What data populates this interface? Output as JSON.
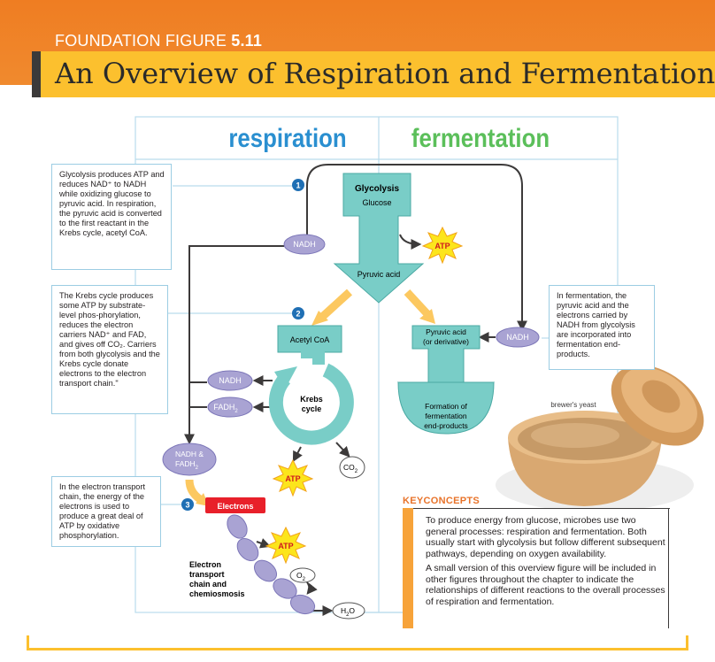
{
  "header": {
    "kicker_prefix": "FOUNDATION FIGURE",
    "kicker_number": "5.11",
    "title": "An Overview of Respiration and Fermentation"
  },
  "columns": {
    "left": "respiration",
    "right": "fermentation"
  },
  "notes": {
    "glycolysis": "Glycolysis produces ATP and reduces NAD⁺ to NADH while oxidizing glucose to pyruvic acid. In respiration, the pyruvic acid is converted to the first reactant in the Krebs cycle, acetyl CoA.",
    "krebs": "The Krebs cycle produces some ATP by substrate-level phos-phorylation, reduces the electron carriers NAD⁺ and FAD, and gives off CO₂. Carriers from both glycolysis and the Krebs cycle donate electrons to the electron transport chain.\"",
    "etc": "In the electron transport chain, the energy of the electrons is used to produce a great deal of ATP by oxidative phosphorylation.",
    "fermentation": "In fermentation, the pyruvic acid and the electrons carried by NADH from glycolysis are incorporated into fermentation end-products."
  },
  "steps": [
    "1",
    "2",
    "3"
  ],
  "diagram": {
    "glycolysis": "Glycolysis",
    "glucose": "Glucose",
    "pyruvic": "Pyruvic acid",
    "nadh": "NADH",
    "atp": "ATP",
    "acetyl": "Acetyl CoA",
    "krebs1": "Krebs",
    "krebs2": "cycle",
    "fadh": "FADH",
    "fadh_sub": "2",
    "co": "CO",
    "co_sub": "2",
    "nadh_fadh1": "NADH &",
    "nadh_fadh2": "FADH",
    "nadh_fadh2_sub": "2",
    "electrons": "Electrons",
    "etc1": "Electron",
    "etc2": "transport",
    "etc3": "chain and",
    "etc4": "chemiosmosis",
    "o": "O",
    "o_sub": "2",
    "h": "H",
    "h_sub": "2",
    "h_o": "O",
    "ferm_pyr1": "Pyruvic acid",
    "ferm_pyr2": "(or derivative)",
    "ferm_end1": "Formation of",
    "ferm_end2": "fermentation",
    "ferm_end3": "end-products"
  },
  "photo_caption": "brewer's yeast",
  "key_concepts": {
    "heading": "KEYCONCEPTS",
    "items": [
      "To produce energy from glucose, microbes use two general processes: respiration and fermentation. Both usually start with glycolysis but follow different subsequent pathways, depending on oxygen availability.",
      "A small version of this overview figure will be included in other figures throughout the chapter to indicate the relationships of different reactions to the overall processes of respiration and fermentation."
    ]
  },
  "colors": {
    "header_orange": "#ef7d22",
    "title_yellow": "#fcc02e",
    "teal": "#79cdc7",
    "purple": "#a9a3d3",
    "red": "#e8202a",
    "heading_blue": "#2a8fd0",
    "heading_green": "#5bbf5a",
    "step_blue": "#1f6fb4"
  }
}
